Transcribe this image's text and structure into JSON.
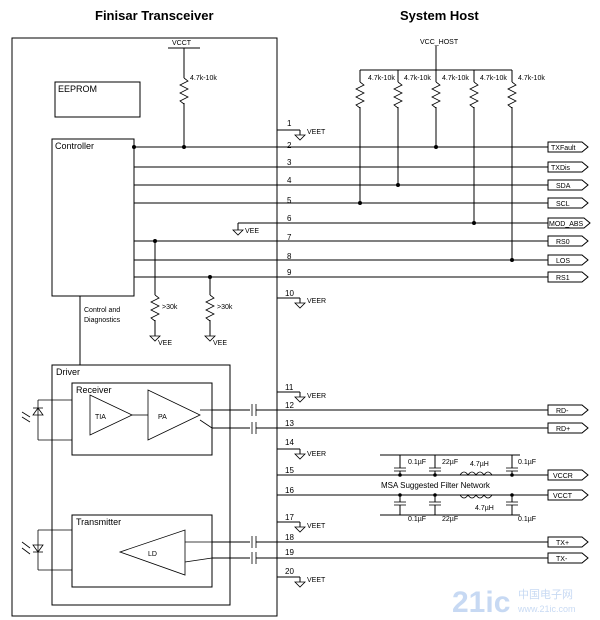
{
  "titles": {
    "left": "Finisar Transceiver",
    "right": "System Host"
  },
  "supplies": {
    "vcct": "VCCT",
    "vcc_host": "VCC_HOST",
    "vee": "VEE",
    "veet": "VEET",
    "veer": "VEER"
  },
  "blocks": {
    "eeprom": "EEPROM",
    "controller": "Controller",
    "control_diag": [
      "Control and",
      "Diagnostics"
    ],
    "driver": "Driver",
    "receiver": "Receiver",
    "transmitter": "Transmitter",
    "tia": "TIA",
    "pa": "PA",
    "ld": "LD"
  },
  "resistors": {
    "pullup": "4.7k-10k",
    "pulldown": ">30k"
  },
  "pins": [
    "1",
    "2",
    "3",
    "4",
    "5",
    "6",
    "7",
    "8",
    "9",
    "10",
    "11",
    "12",
    "13",
    "14",
    "15",
    "16",
    "17",
    "18",
    "19",
    "20"
  ],
  "signals": {
    "txfault": "TXFault",
    "txdis": "TXDis",
    "sda": "SDA",
    "scl": "SCL",
    "mod_abs": "MOD_ABS",
    "rs0": "RS0",
    "los": "LOS",
    "rs1": "RS1",
    "rd_minus": "RD-",
    "rd_plus": "RD+",
    "vccr": "VCCR",
    "vcct": "VCCT",
    "tx_plus": "TX+",
    "tx_minus": "TX-"
  },
  "filter": {
    "title": "MSA Suggested Filter Network",
    "cap1": "0.1µF",
    "cap2": "22µF",
    "inductor": "4.7µH"
  },
  "watermark": {
    "brand": "21ic",
    "sub": "中国电子网",
    "url": "www.21ic.com"
  }
}
